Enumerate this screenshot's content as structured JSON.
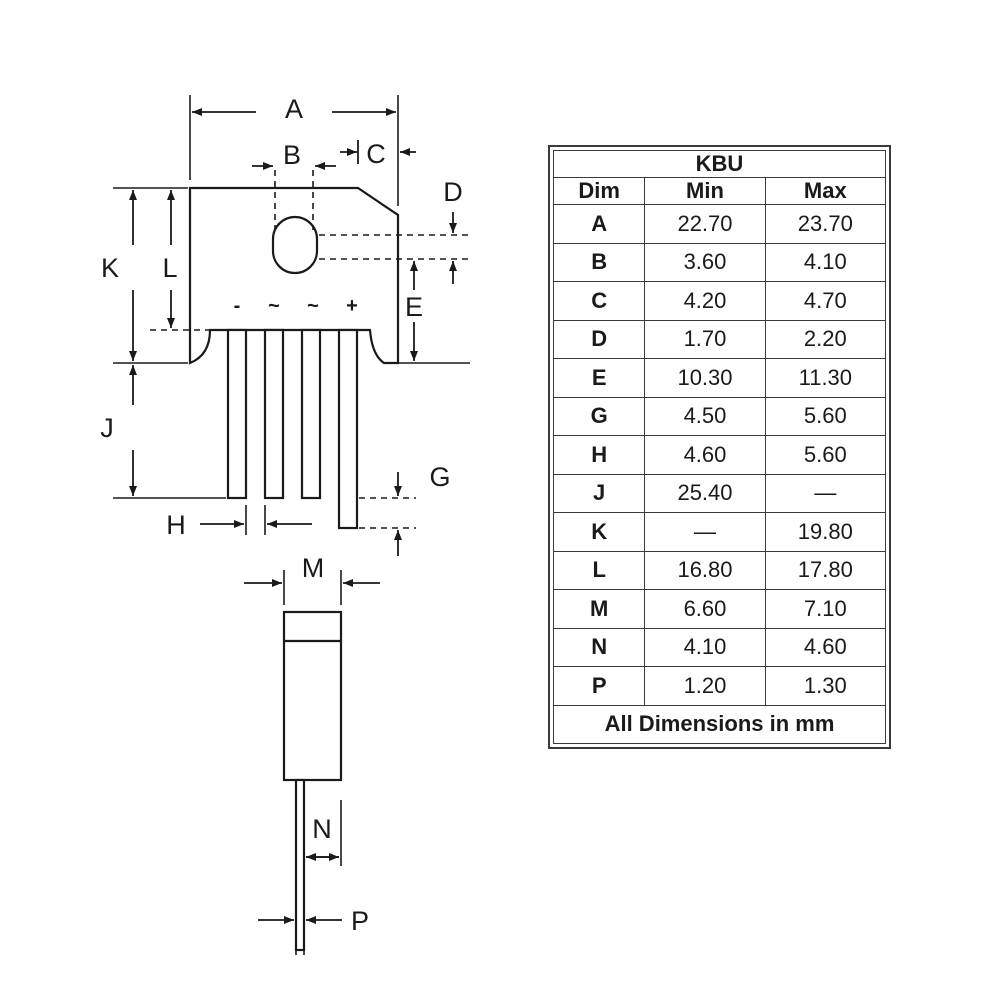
{
  "diagram": {
    "dimension_letters": [
      "A",
      "B",
      "C",
      "D",
      "E",
      "G",
      "H",
      "J",
      "K",
      "L",
      "M",
      "N",
      "P"
    ],
    "pin_markings": [
      "-",
      "~",
      "~",
      "+"
    ]
  },
  "table": {
    "title": "KBU",
    "headers": [
      "Dim",
      "Min",
      "Max"
    ],
    "rows": [
      {
        "dim": "A",
        "min": "22.70",
        "max": "23.70"
      },
      {
        "dim": "B",
        "min": "3.60",
        "max": "4.10"
      },
      {
        "dim": "C",
        "min": "4.20",
        "max": "4.70"
      },
      {
        "dim": "D",
        "min": "1.70",
        "max": "2.20"
      },
      {
        "dim": "E",
        "min": "10.30",
        "max": "11.30"
      },
      {
        "dim": "G",
        "min": "4.50",
        "max": "5.60"
      },
      {
        "dim": "H",
        "min": "4.60",
        "max": "5.60"
      },
      {
        "dim": "J",
        "min": "25.40",
        "max": "—"
      },
      {
        "dim": "K",
        "min": "—",
        "max": "19.80"
      },
      {
        "dim": "L",
        "min": "16.80",
        "max": "17.80"
      },
      {
        "dim": "M",
        "min": "6.60",
        "max": "7.10"
      },
      {
        "dim": "N",
        "min": "4.10",
        "max": "4.60"
      },
      {
        "dim": "P",
        "min": "1.20",
        "max": "1.30"
      }
    ],
    "footer": "All Dimensions in mm"
  }
}
